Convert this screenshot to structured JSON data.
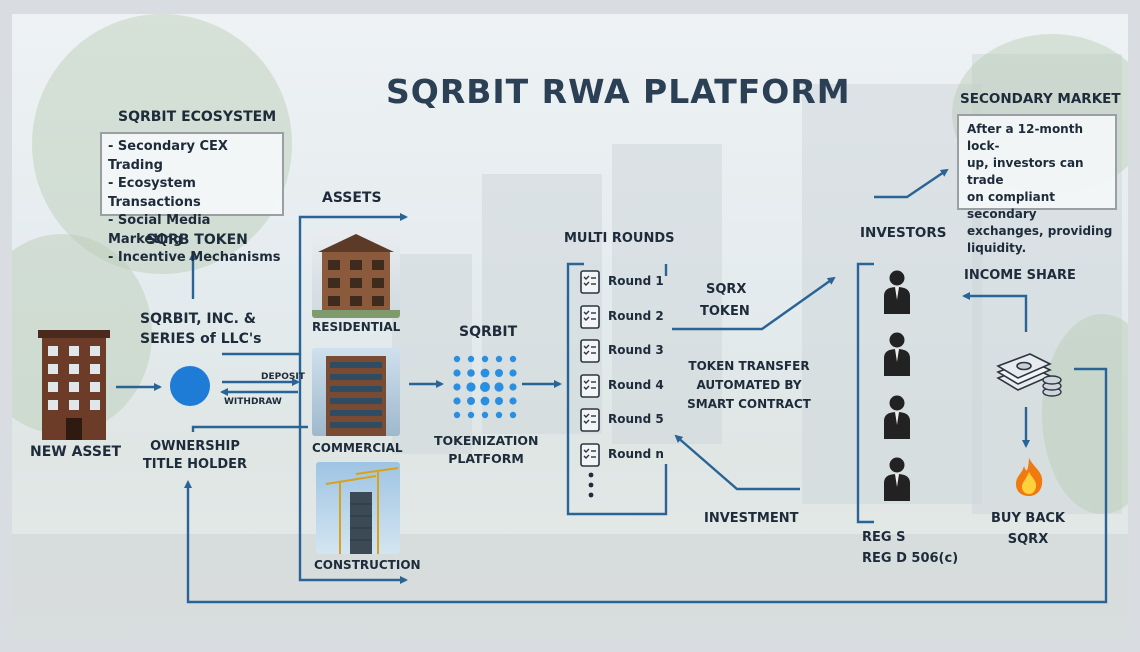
{
  "title": "SQRBIT RWA PLATFORM",
  "ecosystem": {
    "heading": "SQRBIT ECOSYSTEM",
    "items": [
      "- Secondary  CEX Trading",
      "- Ecosystem Transactions",
      "- Social Media Marketing",
      "- Incentive Mechanisms"
    ]
  },
  "sqrb_token": "SQRB TOKEN",
  "company": {
    "line1": "SQRBIT, INC. &",
    "line2": "SERIES of LLC's"
  },
  "new_asset": "NEW ASSET",
  "holder": {
    "line1": "OWNERSHIP",
    "line2": "TITLE HOLDER"
  },
  "deposit": "DEPOSIT",
  "withdraw": "WITHDRAW",
  "assets": {
    "heading": "ASSETS",
    "residential": "RESIDENTIAL",
    "commercial": "COMMERCIAL",
    "construction": "CONSTRUCTION"
  },
  "sqrbit_label": "SQRBIT",
  "tokenization": {
    "line1": "TOKENIZATION",
    "line2": "PLATFORM"
  },
  "multi_rounds": {
    "heading": "MULTI ROUNDS",
    "rounds": [
      "Round 1",
      "Round 2",
      "Round 3",
      "Round 4",
      "Round 5",
      "Round n"
    ]
  },
  "sqrx_token": {
    "line1": "SQRX",
    "line2": "TOKEN"
  },
  "token_transfer": {
    "line1": "TOKEN TRANSFER",
    "line2": "AUTOMATED BY",
    "line3": "SMART CONTRACT"
  },
  "investment": "INVESTMENT",
  "investors": "INVESTORS",
  "income_share": "INCOME SHARE",
  "regs": {
    "line1": "REG S",
    "line2": "REG D 506(c)"
  },
  "buy_back": {
    "line1": "BUY BACK",
    "line2": "SQRX"
  },
  "secondary_market": {
    "heading": "SECONDARY MARKET",
    "lines": [
      "After a 12-month lock-",
      "up, investors can trade",
      "on compliant secondary",
      "exchanges, providing",
      "liquidity."
    ]
  },
  "colors": {
    "arrow": "#2a6496",
    "accent": "#1e7bd6",
    "text": "#1d2b3a",
    "title": "#2b3f55"
  },
  "icons": [
    "building-icon",
    "circle-node-icon",
    "token-dots-icon",
    "document-check-icon",
    "person-icon",
    "money-stack-icon",
    "fire-icon"
  ]
}
